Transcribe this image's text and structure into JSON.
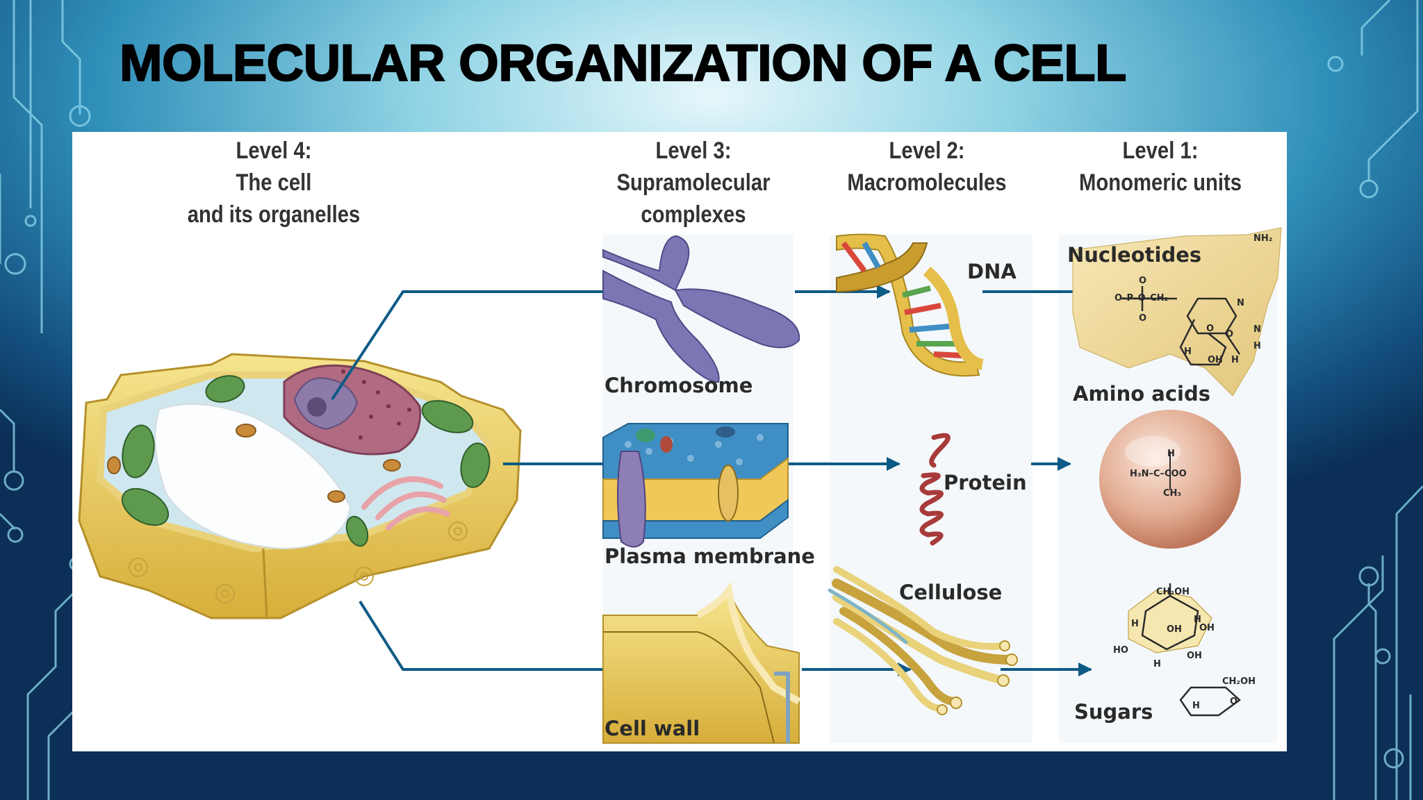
{
  "slide": {
    "title": "MOLECULAR ORGANIZATION OF A CELL"
  },
  "levels": [
    {
      "line1": "Level 4:",
      "line2": "The cell",
      "line3": "and its organelles"
    },
    {
      "line1": "Level 3:",
      "line2": "Supramolecular",
      "line3": "complexes"
    },
    {
      "line1": "Level 2:",
      "line2": "Macromolecules",
      "line3": ""
    },
    {
      "line1": "Level 1:",
      "line2": "Monomeric units",
      "line3": ""
    }
  ],
  "labels": {
    "chromosome": "Chromosome",
    "plasma_membrane": "Plasma membrane",
    "cell_wall": "Cell wall",
    "dna": "DNA",
    "protein": "Protein",
    "cellulose": "Cellulose",
    "nucleotides": "Nucleotides",
    "amino_acids": "Amino acids",
    "sugars": "Sugars"
  },
  "chem_labels": {
    "nh2": "NH₂",
    "n": "N",
    "o": "O",
    "phosphate": "O–P–O–CH₂",
    "oh": "OH",
    "h": "H",
    "amino_top": "H",
    "amino_mid": "H₃N–C–COO",
    "amino_bottom": "CH₃",
    "ch2oh": "CH₂OH",
    "ho": "HO"
  },
  "colors": {
    "arrow": "#0e5a86",
    "bg_dark": "#0b2f57",
    "bg_light": "#e6f7fb",
    "circuit": "#7fd0e8"
  }
}
